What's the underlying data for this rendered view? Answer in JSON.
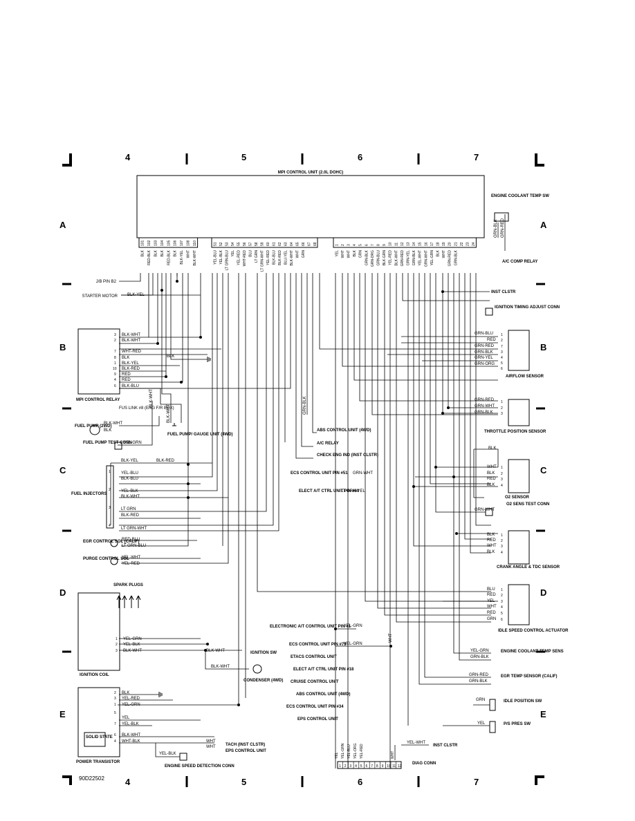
{
  "diagram_id": "90D22502",
  "zones_top": [
    "4",
    "5",
    "6",
    "7"
  ],
  "zones_bottom": [
    "4",
    "5",
    "6",
    "7"
  ],
  "rows": [
    "A",
    "B",
    "C",
    "D",
    "E"
  ],
  "ecu": {
    "title": "MPI CONTROL UNIT (2.0L DOHC)",
    "pins_group1": [
      "101",
      "102",
      "103",
      "104",
      "105",
      "106",
      "107",
      "108",
      "110"
    ],
    "wires_group1": [
      "BLK",
      "RED-BLK",
      "BLK",
      "BLK",
      "RED-BLK",
      "BLK",
      "BLK-YEL",
      "WHT",
      "BLK-WHT"
    ],
    "pins_group2": [
      "51",
      "52",
      "53",
      "54",
      "55",
      "56",
      "57",
      "58",
      "59",
      "60",
      "61",
      "62",
      "63",
      "64",
      "65",
      "66",
      "67",
      "68"
    ],
    "wires_group2": [
      "YEL-BLU",
      "YEL-BLK",
      "LT GRN-BLU",
      "YEL",
      "YEL-RED",
      "WHT-RED",
      "BLU",
      "LT GRN",
      "LT GRN-WHT",
      "YEL-RED",
      "BLK-BLU",
      "BLK-RED",
      "BLU-YEL",
      "BLK-WHT",
      "WHT",
      "GRN"
    ],
    "pins_group3": [
      "1",
      "2",
      "3",
      "4",
      "5",
      "6",
      "7",
      "8",
      "9",
      "10",
      "11",
      "12",
      "13",
      "14",
      "15",
      "16",
      "17",
      "18",
      "19",
      "20",
      "21",
      "22",
      "23",
      "24"
    ],
    "wires_group3": [
      "YEL",
      "WHT",
      "WHT",
      "BLK",
      "GRN",
      "GRN-BLK",
      "GRN-ORG",
      "GRN-BLU",
      "BLK-GRN",
      "YEL-RED",
      "BLK-WHT",
      "GRN-RED",
      "GRN-YEL",
      "GRN-BLK",
      "YEL-WHT",
      "GRN-WHT",
      "YEL-GRN",
      "BLK",
      "WHT",
      "GRN-RED",
      "GRN-BLK"
    ]
  },
  "left": {
    "jb_pin": "J/B PIN B2",
    "starter_motor": "STARTER MOTOR",
    "starter_wire": "BLK-YEL",
    "mpi_relay": "MPI CONTROL RELAY",
    "relay_wires": [
      "BLK-WHT",
      "BLK-WHT",
      "WHT-RED",
      "BLK",
      "BLK-YEL",
      "BLK-RED",
      "RED",
      "RED",
      "BLK-BLU"
    ],
    "relay_pins": [
      "3",
      "2",
      "7",
      "8",
      "1",
      "10",
      "9",
      "4",
      "6"
    ],
    "relay_blk": "BLK",
    "fus_link": "FUS LINK #8 (ENG F/R BOX)",
    "blk_wht_v": "BLK-WHT",
    "blk_wht_v2": "BLK-WHT",
    "fuel_pump_gauge": "FUEL PUMP/ GAUGE UNIT (4WD)",
    "fuel_pump": "FUEL PUMP (2WD)",
    "fuel_pump_wires": [
      "BLK-WHT",
      "BLK"
    ],
    "fuel_pump_test": "FUEL PUMP TEST CONN",
    "fuel_pump_test_wire": "YEL-GRN",
    "fuel_injectors": "FUEL INJECTORS",
    "inj_wires": [
      "BLK-YEL",
      "BLK-RED",
      "YEL-BLU",
      "BLK-BLU",
      "YEL-BLK",
      "BLK-WHT",
      "LT GRN",
      "BLK-RED",
      "LT GRN-WHT"
    ],
    "inj_nums": [
      "1",
      "2",
      "3",
      "4"
    ],
    "egr_sol": "EGR CONTROL SOL (CALIF)",
    "egr_wires": [
      "RED-BLU",
      "LT GRN-BLU"
    ],
    "purge_sol": "PURGE CONTROL SOL",
    "purge_wires": [
      "YEL-WHT",
      "YEL-RED"
    ],
    "spark_plugs": "SPARK PLUGS",
    "ignition_coil": "IGNITION COIL",
    "coil_wires": [
      "YEL-GRN",
      "YEL-BLK",
      "BLK-WHT"
    ],
    "coil_pins": [
      "1",
      "2",
      "3"
    ],
    "ign_sw_wire": "BLK-WHT",
    "ign_sw": "IGNITION SW",
    "cond_wire": "BLK-WHT",
    "condenser": "CONDENSER (4WD)",
    "power_transistor": "POWER TRANSISTOR",
    "solid_state": "SOLID STATE",
    "pt_wires": [
      "BLK",
      "YEL-RED",
      "YEL-GRN",
      "YEL",
      "YEL-BLK",
      "BLK-WHT",
      "WHT-BLK"
    ],
    "pt_pins": [
      "2",
      "3",
      "1",
      "5",
      "7",
      "6",
      "4"
    ],
    "tach": "TACH (INST CLSTR)",
    "tach_wire": "WHT",
    "eps_cu": "EPS CONTROL UNIT",
    "eps_wire": "WHT",
    "eng_speed": "ENGINE SPEED DETECTION CONN",
    "eng_speed_wire": "YEL-BLK"
  },
  "center": {
    "grn_blk": "GRN-BLK",
    "abs_cu": "ABS CONTROL UNIT (4WD)",
    "ac_relay": "A/C RELAY",
    "check_eng": "CHECK ENG IND (INST CLSTR)",
    "ecs_pin51": "ECS CONTROL UNIT PIN #51",
    "ecs_pin51_wire": "GRN-WHT",
    "elect_at_60": "ELECT A/T CTRL UNIT PIN #60",
    "elect_at_60_wire": "LT GRN-YEL",
    "elec_at_1": "ELECTRONIC A/T CONTROL UNIT PIN #1",
    "elec_at_1_wire": "YEL-GRN",
    "ecs_79": "ECS CONTROL UNIT PIN #79",
    "ecs_79_wire": "YEL-GRN",
    "etacs": "ETACS CONTROL UNIT",
    "elect_at_18": "ELECT A/T CTRL UNIT PIN #18",
    "cruise": "CRUISE CONTROL UNIT",
    "abs_4wd": "ABS CONTROL UNIT (4WD)",
    "ecs_34": "ECS CONTROL UNIT PIN #34",
    "eps_cu": "EPS CONTROL UNIT",
    "wht_v": "WHT",
    "diag": "DIAG CONN",
    "diag_pins": [
      "1",
      "2",
      "3",
      "4",
      "5",
      "6",
      "7",
      "8",
      "9",
      "10",
      "11",
      "12"
    ],
    "diag_wires": [
      "YEL",
      "YEL-GRN",
      "YEL-BLU",
      "YEL-ORG",
      "YEL-RED",
      "WHT"
    ],
    "inst_clstr_wire": "YEL-WHT",
    "inst_clstr": "INST CLSTR"
  },
  "right": {
    "ect_sw": "ENGINE COOLANT TEMP SW",
    "ect_wires": [
      "GRN-BLK",
      "GRN-RED"
    ],
    "ac_comp": "A/C COMP RELAY",
    "inst_clstr": "INST CLSTR",
    "ign_timing": "IGNITION TIMING ADJUST CONN",
    "airflow": "AIRFLOW SENSOR",
    "af_wires": [
      "GRN-BLU",
      "RED",
      "GRN-RED",
      "GRN-BLK",
      "GRN-YEL",
      "GRN-ORG"
    ],
    "af_pins": [
      "1",
      "2",
      "7",
      "3",
      "4",
      "5",
      "6"
    ],
    "tps": "THROTTLE POSITION SENSOR",
    "tps_wires": [
      "GRN-RED",
      "GRN-WHT",
      "GRN-BLK"
    ],
    "tps_pins": [
      "1",
      "2",
      "3"
    ],
    "o2": "O2 SENSOR",
    "o2_wires": [
      "BLK",
      "WHT",
      "BLK",
      "RED",
      "BLK"
    ],
    "o2_pins": [
      "1",
      "2",
      "3",
      "4"
    ],
    "o2_test": "O2 SENS TEST CONN",
    "o2_test_wire": "GRN-WHT",
    "crank": "CRANK ANGLE & TDC SENSOR",
    "crank_wires": [
      "BLK",
      "RED",
      "WHT",
      "BLK"
    ],
    "crank_pins": [
      "1",
      "2",
      "3",
      "4"
    ],
    "isc": "IDLE SPEED CONTROL ACTUATOR",
    "isc_wires": [
      "BLU",
      "RED",
      "YEL",
      "WHT",
      "RED",
      "GRN"
    ],
    "isc_pins": [
      "1",
      "2",
      "3",
      "4",
      "5",
      "6"
    ],
    "ect_sens": "ENGINE COOLANT TEMP SENS",
    "ect_sens_wires": [
      "YEL-GRN",
      "GRN-BLK"
    ],
    "egr_temp": "EGR TEMP SENSOR (CALIF)",
    "egr_temp_wires": [
      "GRN-RED",
      "GRN-BLK"
    ],
    "idle_pos": "IDLE POSITION SW",
    "idle_wire": "GRN",
    "ps_pres": "P/S PRES SW",
    "ps_wire": "YEL"
  }
}
